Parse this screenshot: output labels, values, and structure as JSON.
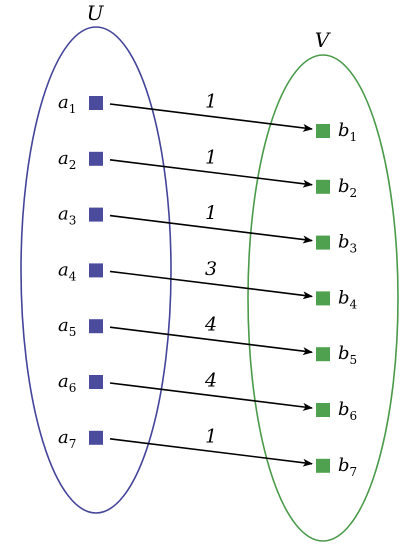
{
  "sets": {
    "U": {
      "name": "U",
      "color": "#44449a",
      "node_color": "#4b4b9e"
    },
    "V": {
      "name": "V",
      "color": "#4a9a4a",
      "node_color": "#4fa14f"
    }
  },
  "left_nodes": [
    {
      "base": "a",
      "sub": "1"
    },
    {
      "base": "a",
      "sub": "2"
    },
    {
      "base": "a",
      "sub": "3"
    },
    {
      "base": "a",
      "sub": "4"
    },
    {
      "base": "a",
      "sub": "5"
    },
    {
      "base": "a",
      "sub": "6"
    },
    {
      "base": "a",
      "sub": "7"
    }
  ],
  "right_nodes": [
    {
      "base": "b",
      "sub": "1"
    },
    {
      "base": "b",
      "sub": "2"
    },
    {
      "base": "b",
      "sub": "3"
    },
    {
      "base": "b",
      "sub": "4"
    },
    {
      "base": "b",
      "sub": "5"
    },
    {
      "base": "b",
      "sub": "6"
    },
    {
      "base": "b",
      "sub": "7"
    }
  ],
  "edges": [
    {
      "from": 0,
      "to": 0,
      "weight": "1"
    },
    {
      "from": 1,
      "to": 1,
      "weight": "1"
    },
    {
      "from": 2,
      "to": 2,
      "weight": "1"
    },
    {
      "from": 3,
      "to": 3,
      "weight": "3"
    },
    {
      "from": 4,
      "to": 4,
      "weight": "4"
    },
    {
      "from": 5,
      "to": 5,
      "weight": "4"
    },
    {
      "from": 6,
      "to": 6,
      "weight": "1"
    }
  ]
}
